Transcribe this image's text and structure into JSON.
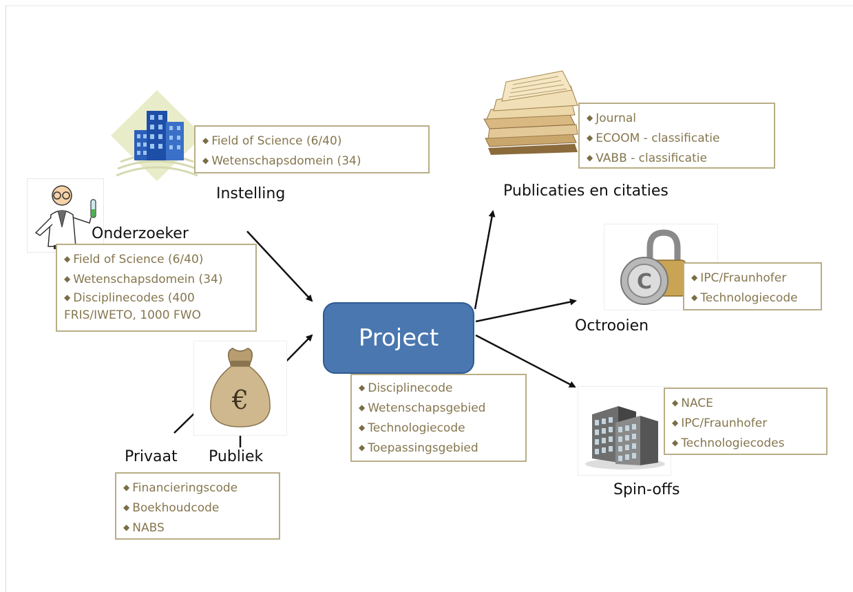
{
  "project": {
    "label": "Project"
  },
  "project_box": {
    "items": [
      "Disciplinecode",
      "Wetenschapsgebied",
      "Technologiecode",
      "Toepassingsgebied"
    ]
  },
  "instelling": {
    "label": "Instelling",
    "items": [
      "Field of Science (6/40)",
      "Wetenschapsdomein (34)"
    ]
  },
  "onderzoeker": {
    "label": "Onderzoeker",
    "items": [
      "Field of Science (6/40)",
      "Wetenschapsdomein (34)",
      "Disciplinecodes (400 FRIS/IWETO, 1000 FWO"
    ]
  },
  "financiering": {
    "privaat": "Privaat",
    "publiek": "Publiek",
    "currency_symbol": "€",
    "items": [
      "Financieringscode",
      "Boekhoudcode",
      "NABS"
    ]
  },
  "publicaties": {
    "label": "Publicaties en citaties",
    "items": [
      "Journal",
      "ECOOM - classificatie",
      "VABB - classificatie"
    ]
  },
  "octrooien": {
    "label": "Octrooien",
    "items": [
      "IPC/Fraunhofer",
      "Technologiecode"
    ]
  },
  "spinoffs": {
    "label": "Spin-offs",
    "items": [
      "NACE",
      "IPC/Fraunhofer",
      "Technologiecodes"
    ]
  },
  "icons": {
    "institution": "building-icon",
    "researcher": "scientist-icon",
    "money": "money-bag-icon",
    "papers": "paper-stack-icon",
    "patent": "padlock-copyright-icon",
    "company": "office-building-icon"
  },
  "colors": {
    "project_fill": "#4a77b0",
    "box_border": "#b8ad86",
    "box_text": "#85764e"
  }
}
